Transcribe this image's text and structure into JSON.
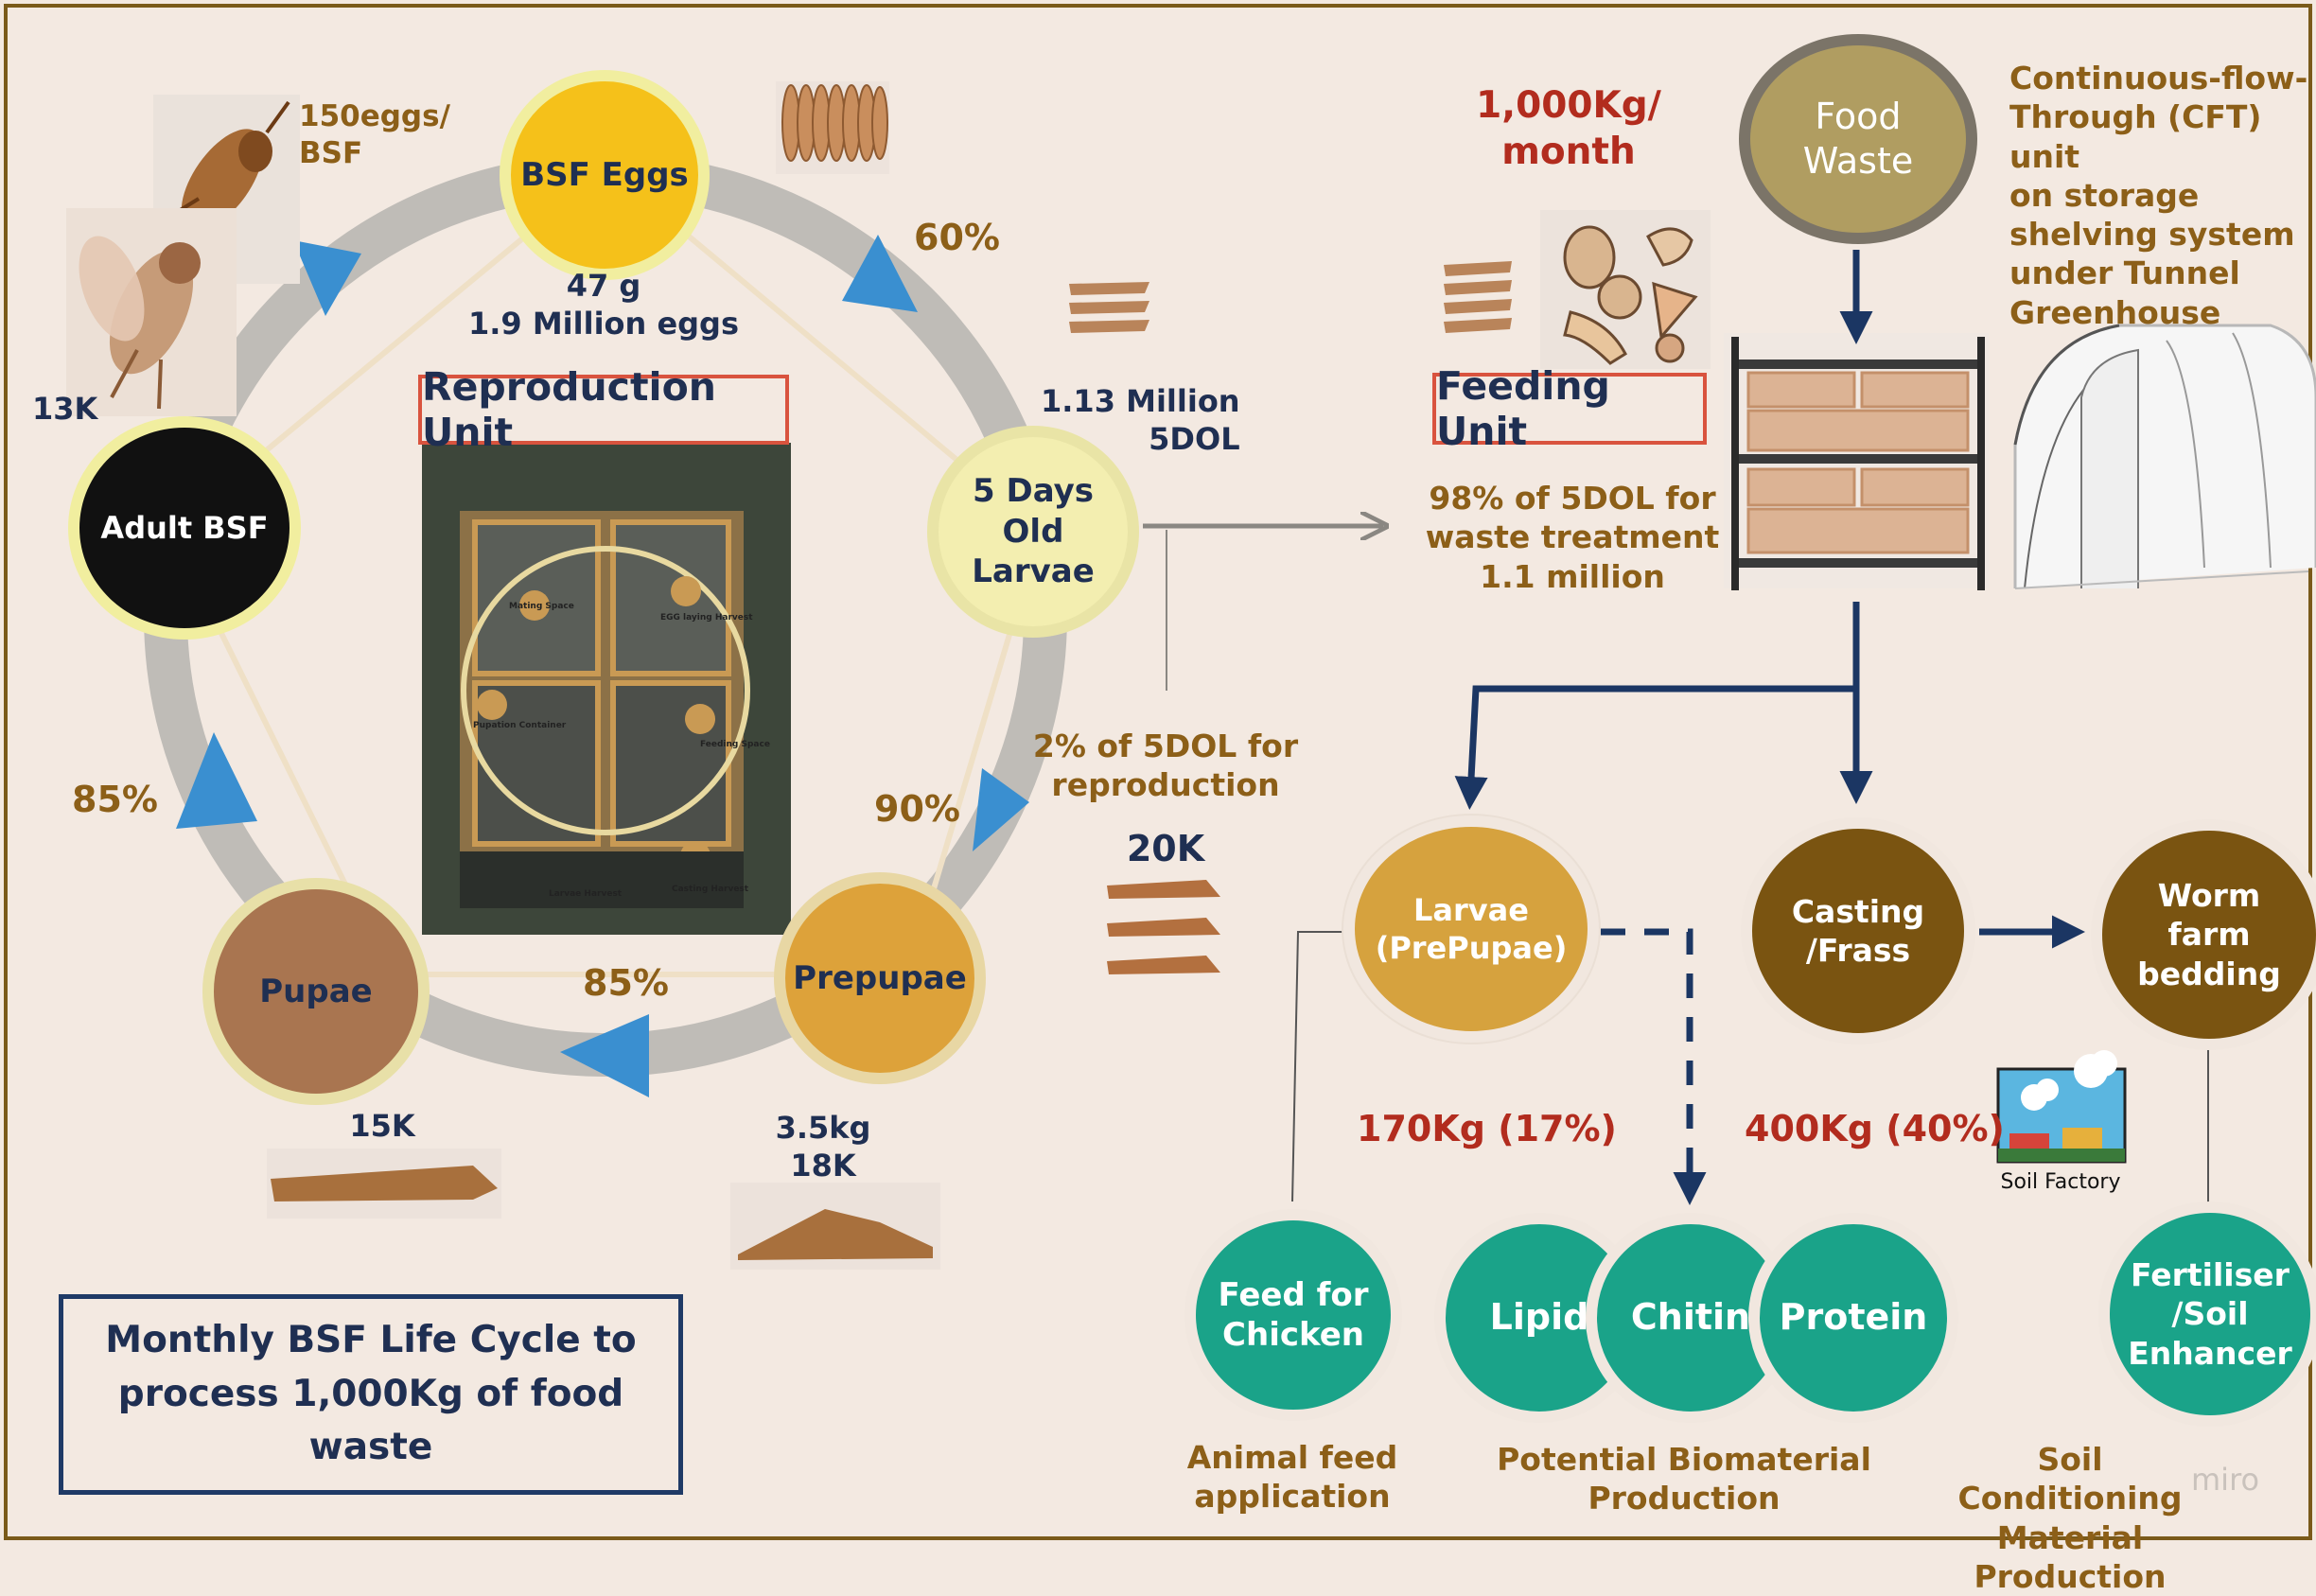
{
  "title": "Monthly BSF Life Cycle to\nprocess 1,000Kg of food waste",
  "reproduction_unit": {
    "label": "Reproduction Unit",
    "photo_labels": [
      "Mating Space",
      "EGG laying Harvest",
      "Feeding Space",
      "Pupation Container",
      "Larvae Harvest",
      "Casting Harvest"
    ]
  },
  "feeding_unit": {
    "label": "Feeding Unit"
  },
  "cycle": {
    "eggs": {
      "name": "BSF Eggs",
      "detail": "47 g\n1.9 Million eggs"
    },
    "larvae": {
      "name": "5 Days\nOld\nLarvae",
      "detail": "1.13 Million\n5DOL"
    },
    "prepupae": {
      "name": "Prepupae",
      "detail": "3.5kg\n18K"
    },
    "pupae": {
      "name": "Pupae",
      "detail": "15K"
    },
    "adult": {
      "name": "Adult BSF",
      "detail": "13K"
    },
    "fly_note": "150eggs/\nBSF"
  },
  "rates": {
    "eggs_to_larvae": "60%",
    "larvae_to_prepupae": "90%",
    "prepupae_to_pupae": "85%",
    "pupae_to_adult": "85%"
  },
  "food_waste": {
    "amount": "1,000Kg/\nmonth",
    "name": "Food\nWaste"
  },
  "cft_note": "Continuous-flow-\nThrough (CFT) unit\non storage\nshelving system\nunder Tunnel\nGreenhouse",
  "feeding_note": "98% of 5DOL for\nwaste treatment\n1.1 million",
  "reproduction_note": "2% of 5DOL for\nreproduction",
  "reproduction_count": "20K",
  "outputs": {
    "larvae_prepupae": "Larvae\n(PrePupae)",
    "casting": "Casting\n/Frass",
    "worm": "Worm\nfarm\nbedding",
    "larvae_yield": "170Kg (17%)",
    "casting_yield": "400Kg (40%)",
    "soil_factory": "Soil Factory"
  },
  "products": {
    "feed": "Feed for\nChicken",
    "lipid": "Lipid",
    "chitin": "Chitin",
    "protein": "Protein",
    "fertiliser": "Fertiliser\n/Soil\nEnhancer"
  },
  "applications": {
    "animal": "Animal feed\napplication",
    "biomaterial": "Potential Biomaterial\nProduction",
    "soil": "Soil Conditioning\nMaterial Production"
  },
  "watermark": "miro",
  "colors": {
    "background": "#f3e9e1",
    "eggs": "#f5c11a",
    "larvae_5dol": "#f3eeb0",
    "prepupae": "#dda23a",
    "pupae": "#a97550",
    "adult": "#111111",
    "food_waste": "#b09d61",
    "larvae_output": "#d6a23e",
    "casting": "#7a5411",
    "product_teal": "#1aa389",
    "arrow_blue": "#3a8fd0",
    "arrow_navy": "#1b3663",
    "ring_grey": "#bfbcb7"
  }
}
